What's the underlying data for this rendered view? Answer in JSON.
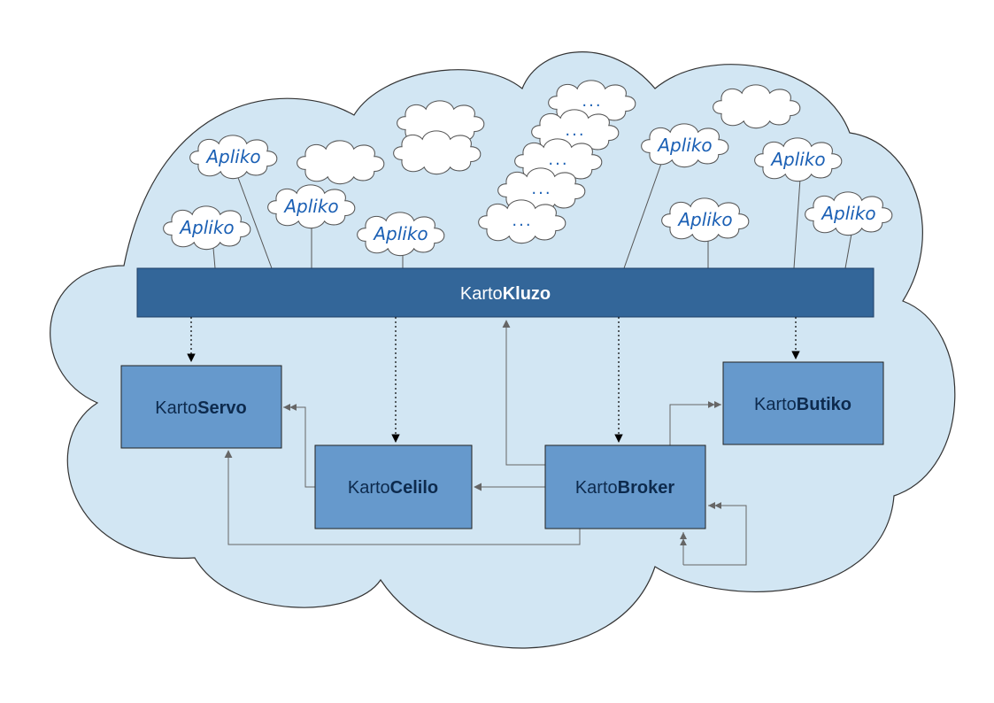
{
  "colors": {
    "cloud_fill": "#d2e6f3",
    "cloud_stroke": "#333333",
    "bar_fill": "#336699",
    "bar_text": "#ffffff",
    "box_fill": "#6699cc",
    "box_text": "#0d2a4d",
    "app_text": "#1a5fb4",
    "connector": "#666666",
    "dotted": "#000000"
  },
  "bar": {
    "prefix": "Karto",
    "name": "Kluzo"
  },
  "boxes": {
    "servo": {
      "prefix": "Karto",
      "name": "Servo"
    },
    "celilo": {
      "prefix": "Karto",
      "name": "Celilo"
    },
    "broker": {
      "prefix": "Karto",
      "name": "Broker"
    },
    "butiko": {
      "prefix": "Karto",
      "name": "Butiko"
    }
  },
  "apps": {
    "label": "Apliko",
    "more": "..."
  }
}
